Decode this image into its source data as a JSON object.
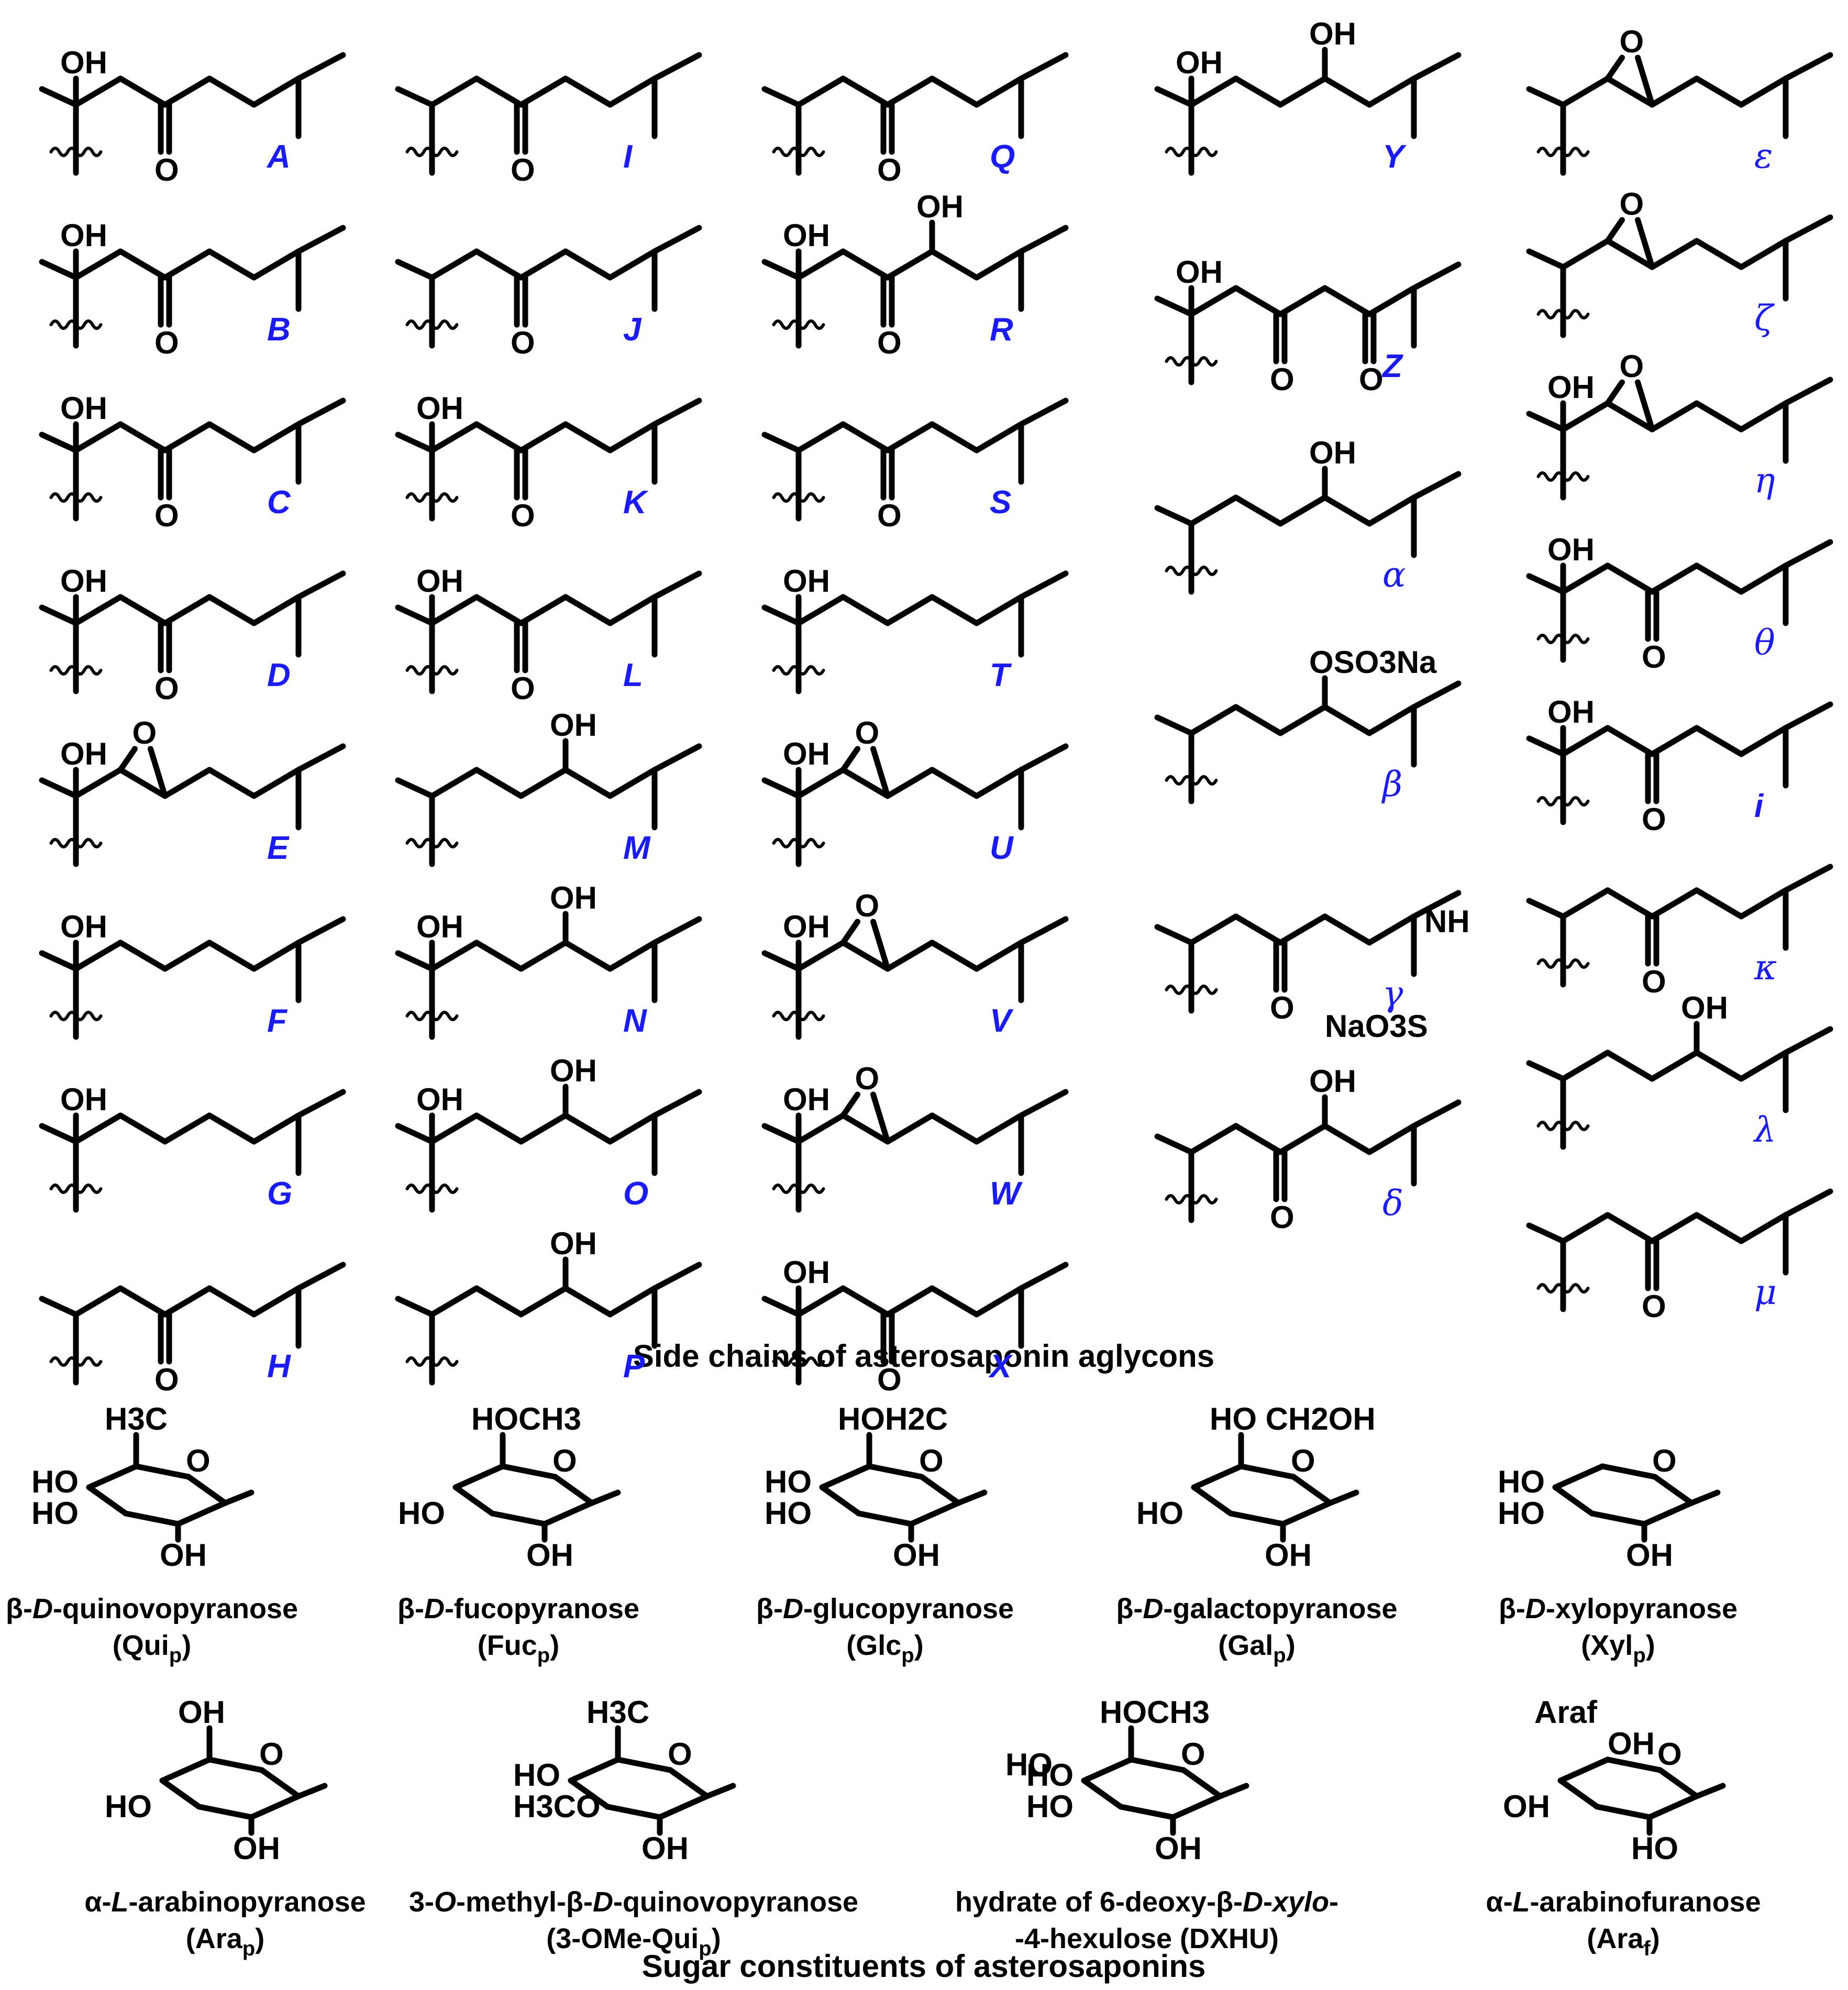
{
  "titles": {
    "side_chains": "Side chains of asterosaponin aglycons",
    "sugars": "Sugar constituents of asterosaponins"
  },
  "side_chains": [
    {
      "label": "A",
      "group": "OH",
      "ketone": "O"
    },
    {
      "label": "B",
      "group": "OH",
      "ketone": "O"
    },
    {
      "label": "C",
      "group": "OH",
      "ketone": "O"
    },
    {
      "label": "D",
      "group": "OH",
      "ketone": "O"
    },
    {
      "label": "E",
      "group": "OH",
      "epoxide": "O"
    },
    {
      "label": "F",
      "group": "OH"
    },
    {
      "label": "G",
      "group": "OH"
    },
    {
      "label": "H",
      "ketone": "O"
    },
    {
      "label": "I",
      "ketone": "O"
    },
    {
      "label": "J",
      "ketone": "O"
    },
    {
      "label": "K",
      "group": "OH",
      "ketone": "O"
    },
    {
      "label": "L",
      "group": "OH",
      "ketone": "O"
    },
    {
      "label": "M",
      "hydroxyl": "OH"
    },
    {
      "label": "N",
      "group": "OH",
      "hydroxyl": "OH"
    },
    {
      "label": "O",
      "group": "OH",
      "hydroxyl": "OH"
    },
    {
      "label": "P",
      "hydroxyl": "OH"
    },
    {
      "label": "Q",
      "ketone": "O"
    },
    {
      "label": "R",
      "group": "OH",
      "ketone": "O",
      "hydroxyl": "OH"
    },
    {
      "label": "S",
      "ketone": "O"
    },
    {
      "label": "T",
      "group": "OH"
    },
    {
      "label": "U",
      "group": "OH",
      "epoxide": "O"
    },
    {
      "label": "V",
      "group": "OH",
      "epoxide": "O"
    },
    {
      "label": "W",
      "group": "OH",
      "epoxide": "O"
    },
    {
      "label": "X",
      "group": "OH",
      "ketone": "O"
    },
    {
      "label": "Y",
      "group": "OH",
      "hydroxyl": "OH"
    },
    {
      "label": "Z",
      "group": "OH",
      "ketone": "O",
      "ketone2": "O"
    },
    {
      "label": "α",
      "hydroxyl": "OH"
    },
    {
      "label": "β",
      "sulfate": "OSO3Na"
    },
    {
      "label": "γ",
      "ketone": "O",
      "amide": "NH",
      "sulfonate": "NaO3S"
    },
    {
      "label": "δ",
      "ketone": "O",
      "hydroxyl": "OH"
    },
    {
      "label": "ε",
      "epoxide": "O"
    },
    {
      "label": "ζ",
      "epoxide": "O"
    },
    {
      "label": "η",
      "group": "OH",
      "epoxide": "O"
    },
    {
      "label": "θ",
      "group": "OH",
      "ketone": "O"
    },
    {
      "label": "i",
      "group": "OH",
      "ketone": "O"
    },
    {
      "label": "κ",
      "ketone": "O"
    },
    {
      "label": "λ",
      "hydroxyl": "OH"
    },
    {
      "label": "μ",
      "ketone": "O"
    }
  ],
  "sugars": [
    {
      "name_parts": [
        "β-",
        "D",
        "-quinovopyranose"
      ],
      "abbr": "Qui",
      "sub": "p",
      "subs": {
        "c6": "H3C",
        "r4": "HO",
        "r3": "HO",
        "r2": "OH",
        "ring_o": "O"
      }
    },
    {
      "name_parts": [
        "β-",
        "D",
        "-fucopyranose"
      ],
      "abbr": "Fuc",
      "sub": "p",
      "subs": {
        "c6": "HOCH3",
        "r3": "HO",
        "r2": "OH",
        "ring_o": "O"
      }
    },
    {
      "name_parts": [
        "β-",
        "D",
        "-glucopyranose"
      ],
      "abbr": "Glc",
      "sub": "p",
      "subs": {
        "c6": "HOH2C",
        "r4": "HO",
        "r3": "HO",
        "r2": "OH",
        "ring_o": "O"
      }
    },
    {
      "name_parts": [
        "β-",
        "D",
        "-galactopyranose"
      ],
      "abbr": "Gal",
      "sub": "p",
      "subs": {
        "c6": "HO CH2OH",
        "r3": "HO",
        "r2": "OH",
        "ring_o": "O"
      }
    },
    {
      "name_parts": [
        "β-",
        "D",
        "-xylopyranose"
      ],
      "abbr": "Xyl",
      "sub": "p",
      "subs": {
        "r4": "HO",
        "r3": "HO",
        "r2": "OH",
        "ring_o": "O"
      }
    },
    {
      "name_parts": [
        "α-",
        "L",
        "-arabinopyranose"
      ],
      "abbr": "Ara",
      "sub": "p",
      "subs": {
        "c6": "OH",
        "r3": "HO",
        "r2": "OH",
        "ring_o": "O"
      }
    },
    {
      "name_parts": [
        "3-",
        "O",
        "-methyl-β-",
        "D",
        "-quinovopyranose"
      ],
      "abbr": "3-OMe-Qui",
      "sub": "p",
      "subs": {
        "c6": "H3C",
        "r4": "HO",
        "r3": "H3CO",
        "r2": "OH",
        "ring_o": "O"
      }
    },
    {
      "name_parts": [
        "hydrate of 6-deoxy-β-",
        "D",
        "-",
        "xylo",
        "-"
      ],
      "name_line2": "-4-hexulose (DXHU)",
      "subs": {
        "c6": "HOCH3",
        "r5": "HO",
        "r4": "HO",
        "r3": "HO",
        "r2": "OH",
        "ring_o": "O"
      }
    },
    {
      "name_parts": [
        "α-",
        "L",
        "-arabinofuranose"
      ],
      "abbr": "Ara",
      "sub": "f",
      "subs": {
        "tag": "Araf",
        "r1": "OH",
        "r2": "HO",
        "r3": "OH",
        "ring_o": "O"
      }
    }
  ]
}
